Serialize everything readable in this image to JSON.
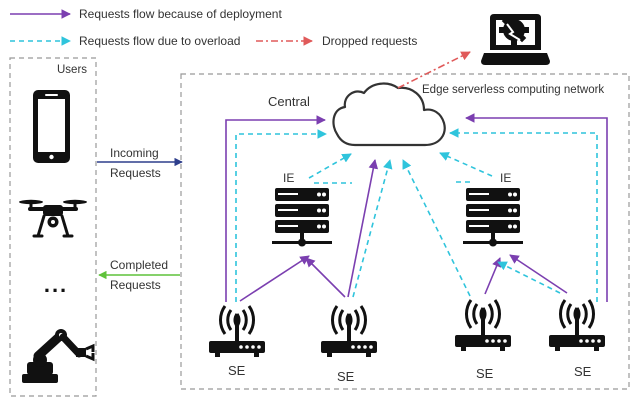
{
  "legend": {
    "deployment": "Requests flow because of deployment",
    "overload": "Requests flow due to overload",
    "dropped": "Dropped requests"
  },
  "users_label": "Users",
  "network_label": "Edge serverless computing network",
  "central_label": "Central",
  "ie_label": "IE",
  "se_label": "SE",
  "ellipsis": "...",
  "incoming": {
    "line1": "Incoming",
    "line2": "Requests"
  },
  "completed": {
    "line1": "Completed",
    "line2": "Requests"
  },
  "colors": {
    "deployment": "#7b3fb0",
    "overload": "#2fc4dc",
    "dropped": "#e05a5a",
    "incoming": "#2d3e8c",
    "completed": "#5fc23a",
    "icon": "#111111",
    "border": "#999999"
  },
  "icons": {
    "user_devices": [
      "smartphone-icon",
      "drone-icon",
      "robot-arm-icon"
    ],
    "server": "server-rack-icon",
    "router": "wireless-router-icon",
    "cloud": "cloud-icon",
    "dropped": "broken-laptop-icon"
  }
}
